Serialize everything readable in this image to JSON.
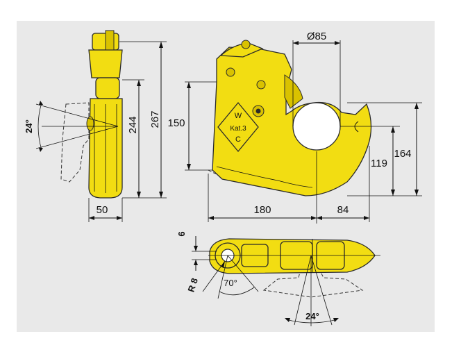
{
  "dimensions": {
    "bore_diameter": "Ø85",
    "height_150": "150",
    "height_244": "244",
    "height_267": "267",
    "width_50": "50",
    "length_180": "180",
    "length_84": "84",
    "height_119": "119",
    "height_164": "164",
    "swing_angle_left": "24°",
    "swing_angle_bottom": "24°",
    "gap_6": "6",
    "radius_8": "R 8",
    "angle_70": "70°"
  },
  "marking": {
    "letter_top": "W",
    "category": "Kat.3",
    "letter_bottom": "C"
  },
  "colors": {
    "body": "#f2dd12",
    "shade": "#d9c200",
    "panel": "#e9e9e9",
    "line": "#111111"
  }
}
